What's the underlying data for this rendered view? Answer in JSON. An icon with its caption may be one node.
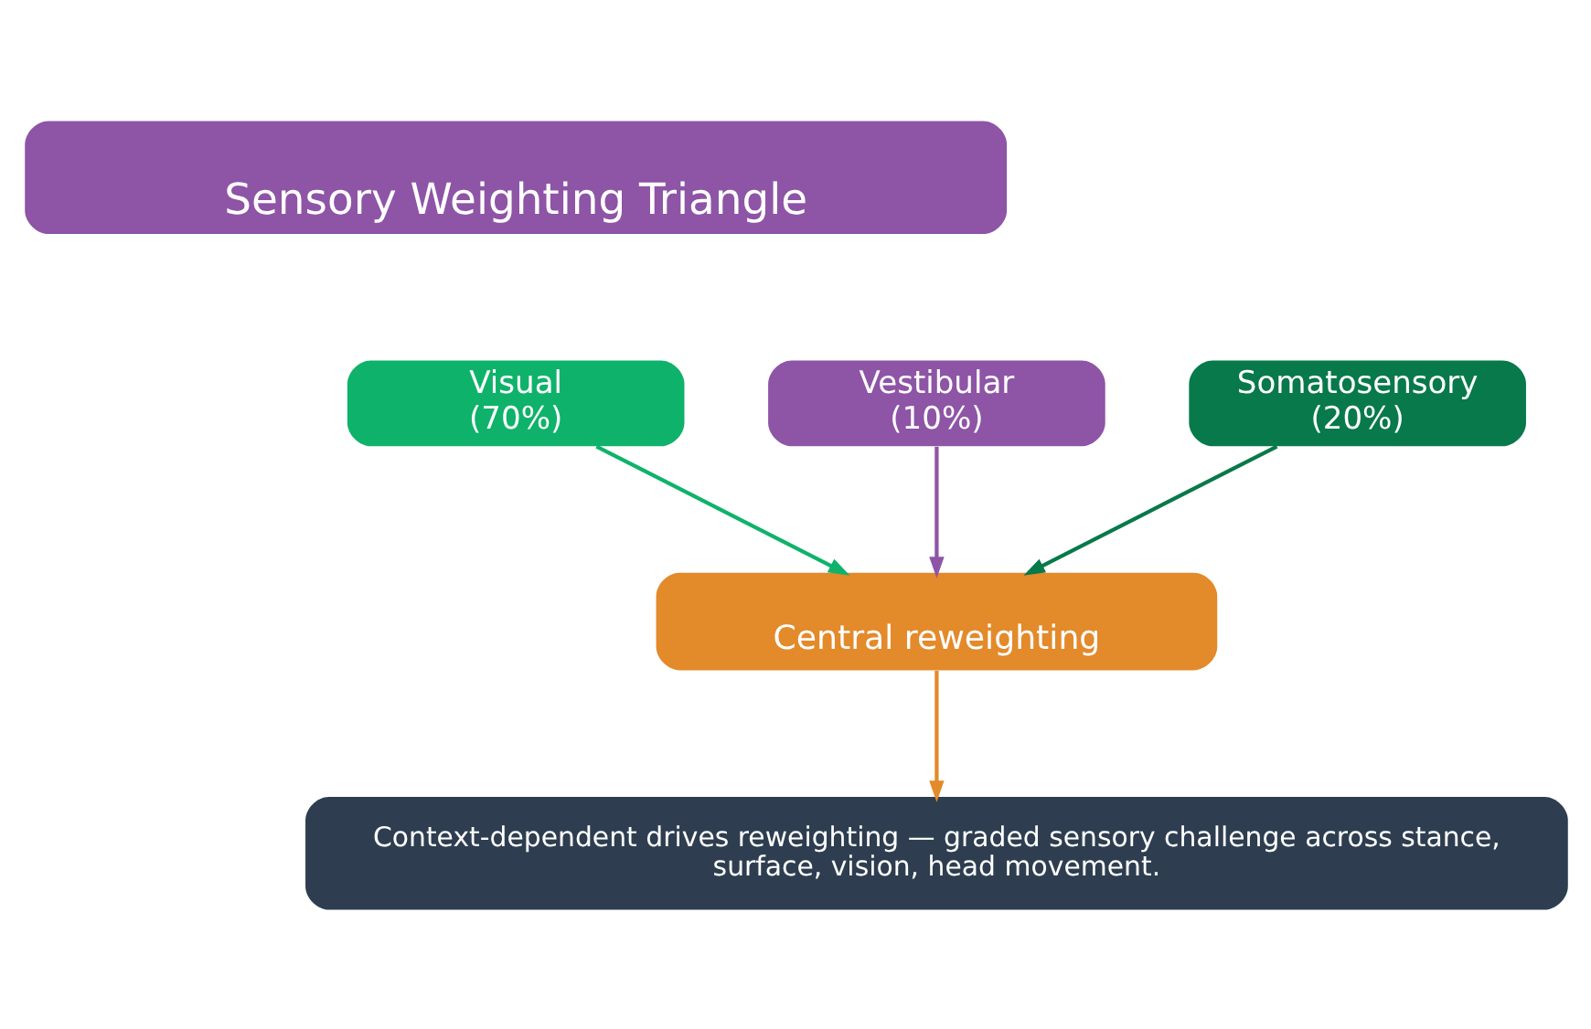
{
  "diagram": {
    "nodes": [
      {
        "text": [
          "Sensory Weighting Triangle"
        ]
      },
      {
        "text": [
          "Vestibular (10%)"
        ]
      },
      {
        "text": [
          "Visual (70%)"
        ]
      },
      {
        "text": [
          "Somatosensory (20%)"
        ]
      },
      {
        "text": [
          "Central reweighting"
        ]
      },
      {
        "text": [
          "Context-dependent drives reweighting — graded sensory challenge across stance, surface, vision, head movement."
        ]
      }
    ],
    "edges": [
      {
        "from": 1,
        "to": 4,
        "arrow": "to",
        "color": "#8e54a6"
      },
      {
        "from": 2,
        "to": 4,
        "arrow": "to",
        "color": "#0fb26a"
      },
      {
        "from": 3,
        "to": 4,
        "arrow": "to",
        "color": "#08794a"
      },
      {
        "from": 4,
        "to": 5,
        "arrow": "to",
        "color": "#e38a2b"
      }
    ]
  }
}
